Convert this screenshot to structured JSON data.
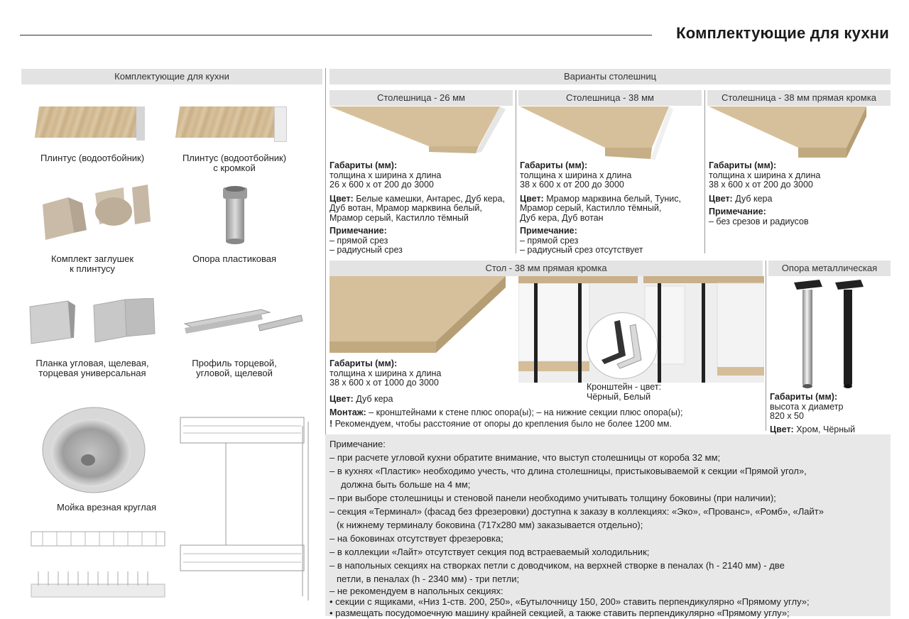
{
  "page_title": "Комплектующие для кухни",
  "left_header": "Комплектующие для кухни",
  "left_items": [
    {
      "label1": "Плинтус (водоотбойник)",
      "label2": ""
    },
    {
      "label1": "Плинтус (водоотбойник)",
      "label2": "с кромкой"
    },
    {
      "label1": "Комплект заглушек",
      "label2": "к плинтусу"
    },
    {
      "label1": "Опора пластиковая",
      "label2": ""
    },
    {
      "label1": "Планка угловая, щелевая,",
      "label2": "торцевая универсальная"
    },
    {
      "label1": "Профиль торцевой,",
      "label2": "угловой, щелевой"
    },
    {
      "label1": "Мойка врезная круглая",
      "label2": ""
    }
  ],
  "right_header": "Варианты столешниц",
  "tops": [
    {
      "title": "Столешница - 26 мм",
      "dims_title": "Габариты (мм):",
      "dims_1": "толщина х ширина х длина",
      "dims_2": "26 х 600 х от 200 до 3000",
      "color_label": "Цвет:",
      "color_lines": [
        " Белые камешки, Антарес, Дуб кера,",
        "Дуб вотан, Мрамор марквина белый,",
        "Мрамор серый, Кастилло тёмный"
      ],
      "note_title": "Примечание:",
      "note_lines": [
        "– прямой срез",
        "– радиусный срез"
      ]
    },
    {
      "title": "Столешница - 38 мм",
      "dims_title": "Габариты (мм):",
      "dims_1": "толщина х ширина х длина",
      "dims_2": "38 х 600 х от 200 до 3000",
      "color_label": "Цвет:",
      "color_lines": [
        " Мрамор марквина белый, Тунис,",
        "Мрамор серый, Кастилло тёмный,",
        "Дуб кера, Дуб вотан"
      ],
      "note_title": "Примечание:",
      "note_lines": [
        "– прямой срез",
        "– радиусный срез отсутствует"
      ]
    },
    {
      "title": "Столешница - 38 мм прямая кромка",
      "dims_title": "Габариты (мм):",
      "dims_1": "толщина х ширина х длина",
      "dims_2": "38 х 600 х от 200 до 3000",
      "color_label": "Цвет:",
      "color_lines": [
        " Дуб кера"
      ],
      "note_title": "Примечание:",
      "note_lines": [
        "– без срезов и радиусов"
      ]
    }
  ],
  "table": {
    "title": "Стол - 38 мм прямая кромка",
    "dims_title": "Габариты (мм):",
    "dims_1": "толщина х ширина х длина",
    "dims_2": "38 х 600 х от 1000 до 3000",
    "color_label": "Цвет:",
    "color_value": " Дуб кера",
    "bracket_1": "Кронштейн - цвет:",
    "bracket_2": "Чёрный, Белый",
    "mount_label": "Монтаж:",
    "mount_text": " – кронштейнами к стене плюс опора(ы);  – на нижние секции плюс опора(ы);",
    "warn_mark": "!",
    "warn_text": " Рекомендуем, чтобы расстояние от опоры до крепления было не более 1200 мм."
  },
  "metal_leg": {
    "title": "Опора металлическая",
    "dims_title": "Габариты (мм):",
    "dims_1": "высота х диаметр",
    "dims_2": "820 х 50",
    "color_label": "Цвет:",
    "color_value": " Хром, Чёрный"
  },
  "notes": {
    "title": "Примечание:",
    "lines": [
      "– при расчете угловой кухни обратите внимание, что выступ столешницы от короба 32 мм;",
      "– в кухнях «Пластик» необходимо учесть, что длина столешницы, пристыковываемой к секции «Прямой угол»,",
      "   должна быть больше на 4 мм;",
      "– при выборе столешницы и стеновой панели необходимо учитывать толщину боковины (при наличии);",
      "– секция «Терминал» (фасад без фрезеровки) доступна к заказу в коллекциях: «Эко», «Прованс», «Ромб», «Лайт»",
      "   (к нижнему терминалу боковина (717х280 мм) заказывается отдельно);",
      "– на боковинах отсутствует фрезеровка;",
      "– в коллекции «Лайт» отсутствует секция под встраеваемый холодильник;",
      "– в напольных секциях на створках петли с доводчиком, на верхней створке в пеналах (h - 2140 мм) - две",
      "   петли, в пеналах (h - 2340 мм) - три петли;",
      "– не рекомендуем в напольных секциях:",
      " • секции с ящиками, «Низ 1-ств. 200, 250», «Бутылочницу 150, 200» ставить перпендикулярно «Прямому углу»;",
      " • размещать посудомоечную машину крайней секцией, а также ставить перпендикулярно «Прямому углу»;"
    ]
  },
  "colors": {
    "bar_bg": "#e3e3e3",
    "notes_bg": "#e8e8e8",
    "wood": "#d4bd98",
    "title": "#1a1a1a"
  }
}
